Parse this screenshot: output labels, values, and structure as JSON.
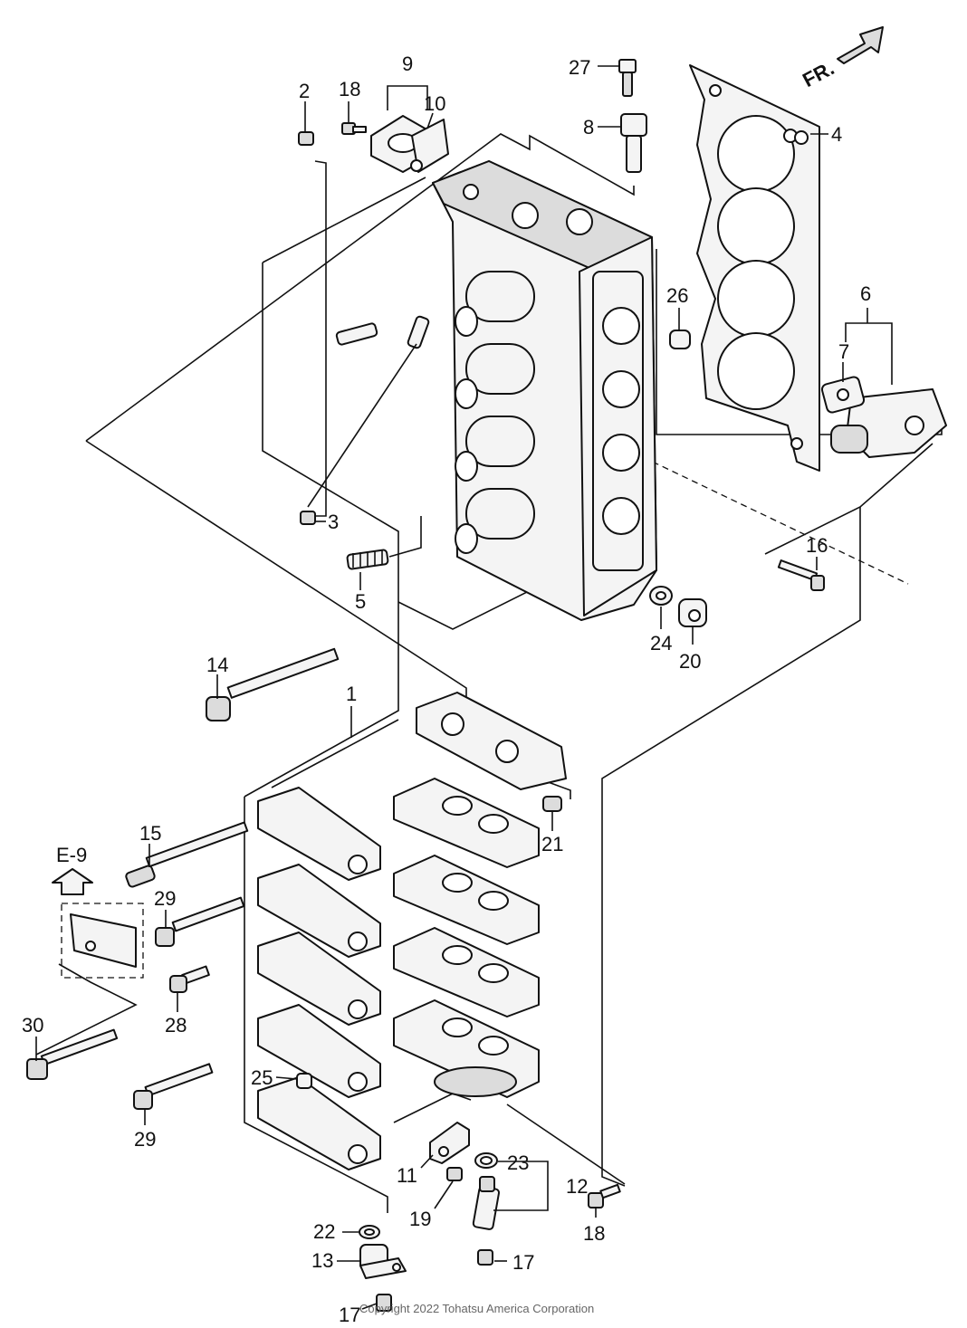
{
  "direction_label": "FR.",
  "reference_label": "E-9",
  "copyright": "Copyright 2022 Tohatsu America Corporation",
  "callouts": {
    "c1": "1",
    "c2": "2",
    "c3": "3",
    "c4": "4",
    "c5": "5",
    "c6": "6",
    "c7": "7",
    "c8": "8",
    "c9": "9",
    "c10": "10",
    "c11": "11",
    "c12": "12",
    "c13": "13",
    "c14": "14",
    "c15": "15",
    "c16": "16",
    "c17a": "17",
    "c17b": "17",
    "c18a": "18",
    "c18b": "18",
    "c19": "19",
    "c20": "20",
    "c21": "21",
    "c22": "22",
    "c23": "23",
    "c24": "24",
    "c25": "25",
    "c26": "26",
    "c27": "27",
    "c28": "28",
    "c29a": "29",
    "c29b": "29",
    "c30": "30"
  }
}
